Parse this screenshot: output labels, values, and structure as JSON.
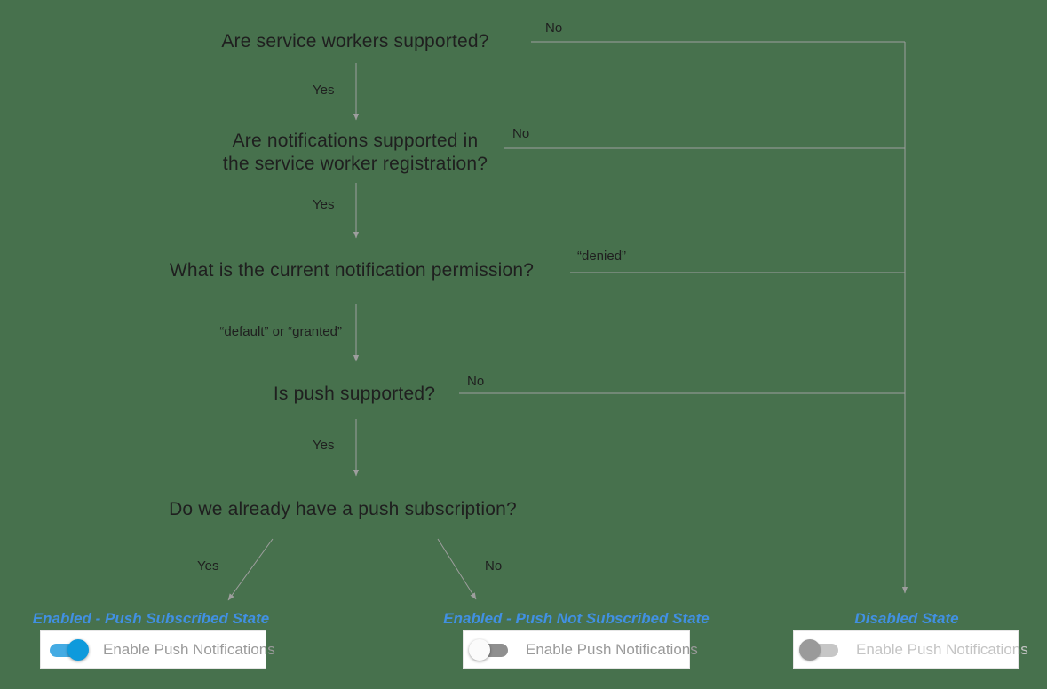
{
  "colors": {
    "background": "#47714D",
    "line": "#9E9E9E",
    "text": "#1F1F1F",
    "state_title": "#4190E2",
    "card_bg": "#FFFFFF",
    "card_border": "#E6E6E6",
    "card_label": "#9A9A9A",
    "card_label_disabled": "#C4C4C4",
    "toggle_on_track": "#44ABE3",
    "toggle_on_knob": "#0E9ADC",
    "toggle_off_track": "#8F8F8F",
    "toggle_off_knob": "#FBFBFB",
    "toggle_disabled_track": "#C6C6C6",
    "toggle_disabled_knob": "#9A9A9A"
  },
  "flowchart": {
    "q1": {
      "text": "Are service workers supported?",
      "no": "No",
      "yes": "Yes"
    },
    "q2": {
      "line1": "Are notifications supported in",
      "line2": "the service worker registration?",
      "no": "No",
      "yes": "Yes"
    },
    "q3": {
      "text": "What is the current notification permission?",
      "denied": "“denied”",
      "default_or_granted": "“default” or “granted”"
    },
    "q4": {
      "text": "Is push supported?",
      "no": "No",
      "yes": "Yes"
    },
    "q5": {
      "text": "Do we already have a push subscription?",
      "yes": "Yes",
      "no": "No"
    }
  },
  "states": {
    "subscribed": {
      "title": "Enabled - Push Subscribed State",
      "label": "Enable Push Notifications",
      "toggle": "on"
    },
    "not_subscribed": {
      "title": "Enabled - Push Not Subscribed State",
      "label": "Enable Push Notifications",
      "toggle": "off"
    },
    "disabled": {
      "title": "Disabled State",
      "label": "Enable Push Notifications",
      "toggle": "disabled"
    }
  }
}
